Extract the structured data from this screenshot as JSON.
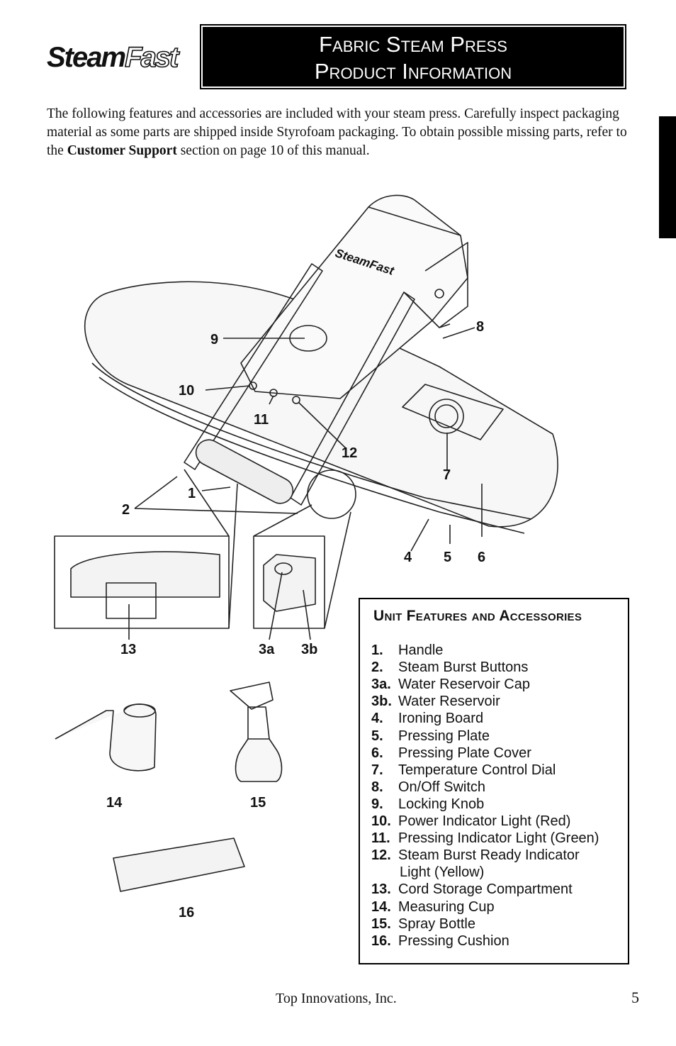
{
  "logo": {
    "steam": "Steam",
    "fast": "Fast"
  },
  "header": {
    "line1": "Fabric Steam Press",
    "line2": "Product Information"
  },
  "intro": {
    "part1": "The following features and accessories are included with your steam press.  Carefully inspect packaging material as some parts are shipped inside Styrofoam packaging.  To obtain possible missing parts, refer to the ",
    "bold": "Customer Support",
    "part2": " section on page 10 of this manual."
  },
  "illustration": {
    "brand_text": "SteamFast",
    "callouts": [
      "1",
      "2",
      "3a",
      "3b",
      "4",
      "5",
      "6",
      "7",
      "8",
      "9",
      "10",
      "11",
      "12",
      "13",
      "14",
      "15",
      "16"
    ]
  },
  "legend": {
    "title": "Unit Features and Accessories",
    "items": [
      {
        "num": "1.",
        "label": "Handle"
      },
      {
        "num": "2.",
        "label": "Steam Burst Buttons"
      },
      {
        "num": "3a.",
        "label": "Water Reservoir Cap"
      },
      {
        "num": "3b.",
        "label": "Water Reservoir"
      },
      {
        "num": "4.",
        "label": "Ironing Board"
      },
      {
        "num": "5.",
        "label": "Pressing Plate"
      },
      {
        "num": "6.",
        "label": "Pressing Plate Cover"
      },
      {
        "num": "7.",
        "label": "Temperature Control Dial"
      },
      {
        "num": "8.",
        "label": "On/Off Switch"
      },
      {
        "num": "9.",
        "label": "Locking Knob"
      },
      {
        "num": "10.",
        "label": "Power Indicator Light (Red)"
      },
      {
        "num": "11.",
        "label": "Pressing Indicator Light (Green)"
      },
      {
        "num": "12.",
        "label": "Steam Burst Ready Indicator",
        "cont": "Light (Yellow)"
      },
      {
        "num": "13.",
        "label": "Cord Storage Compartment"
      },
      {
        "num": "14.",
        "label": "Measuring Cup"
      },
      {
        "num": "15.",
        "label": "Spray Bottle"
      },
      {
        "num": "16.",
        "label": "Pressing Cushion"
      }
    ]
  },
  "footer": {
    "company": "Top Innovations, Inc.",
    "page": "5"
  }
}
